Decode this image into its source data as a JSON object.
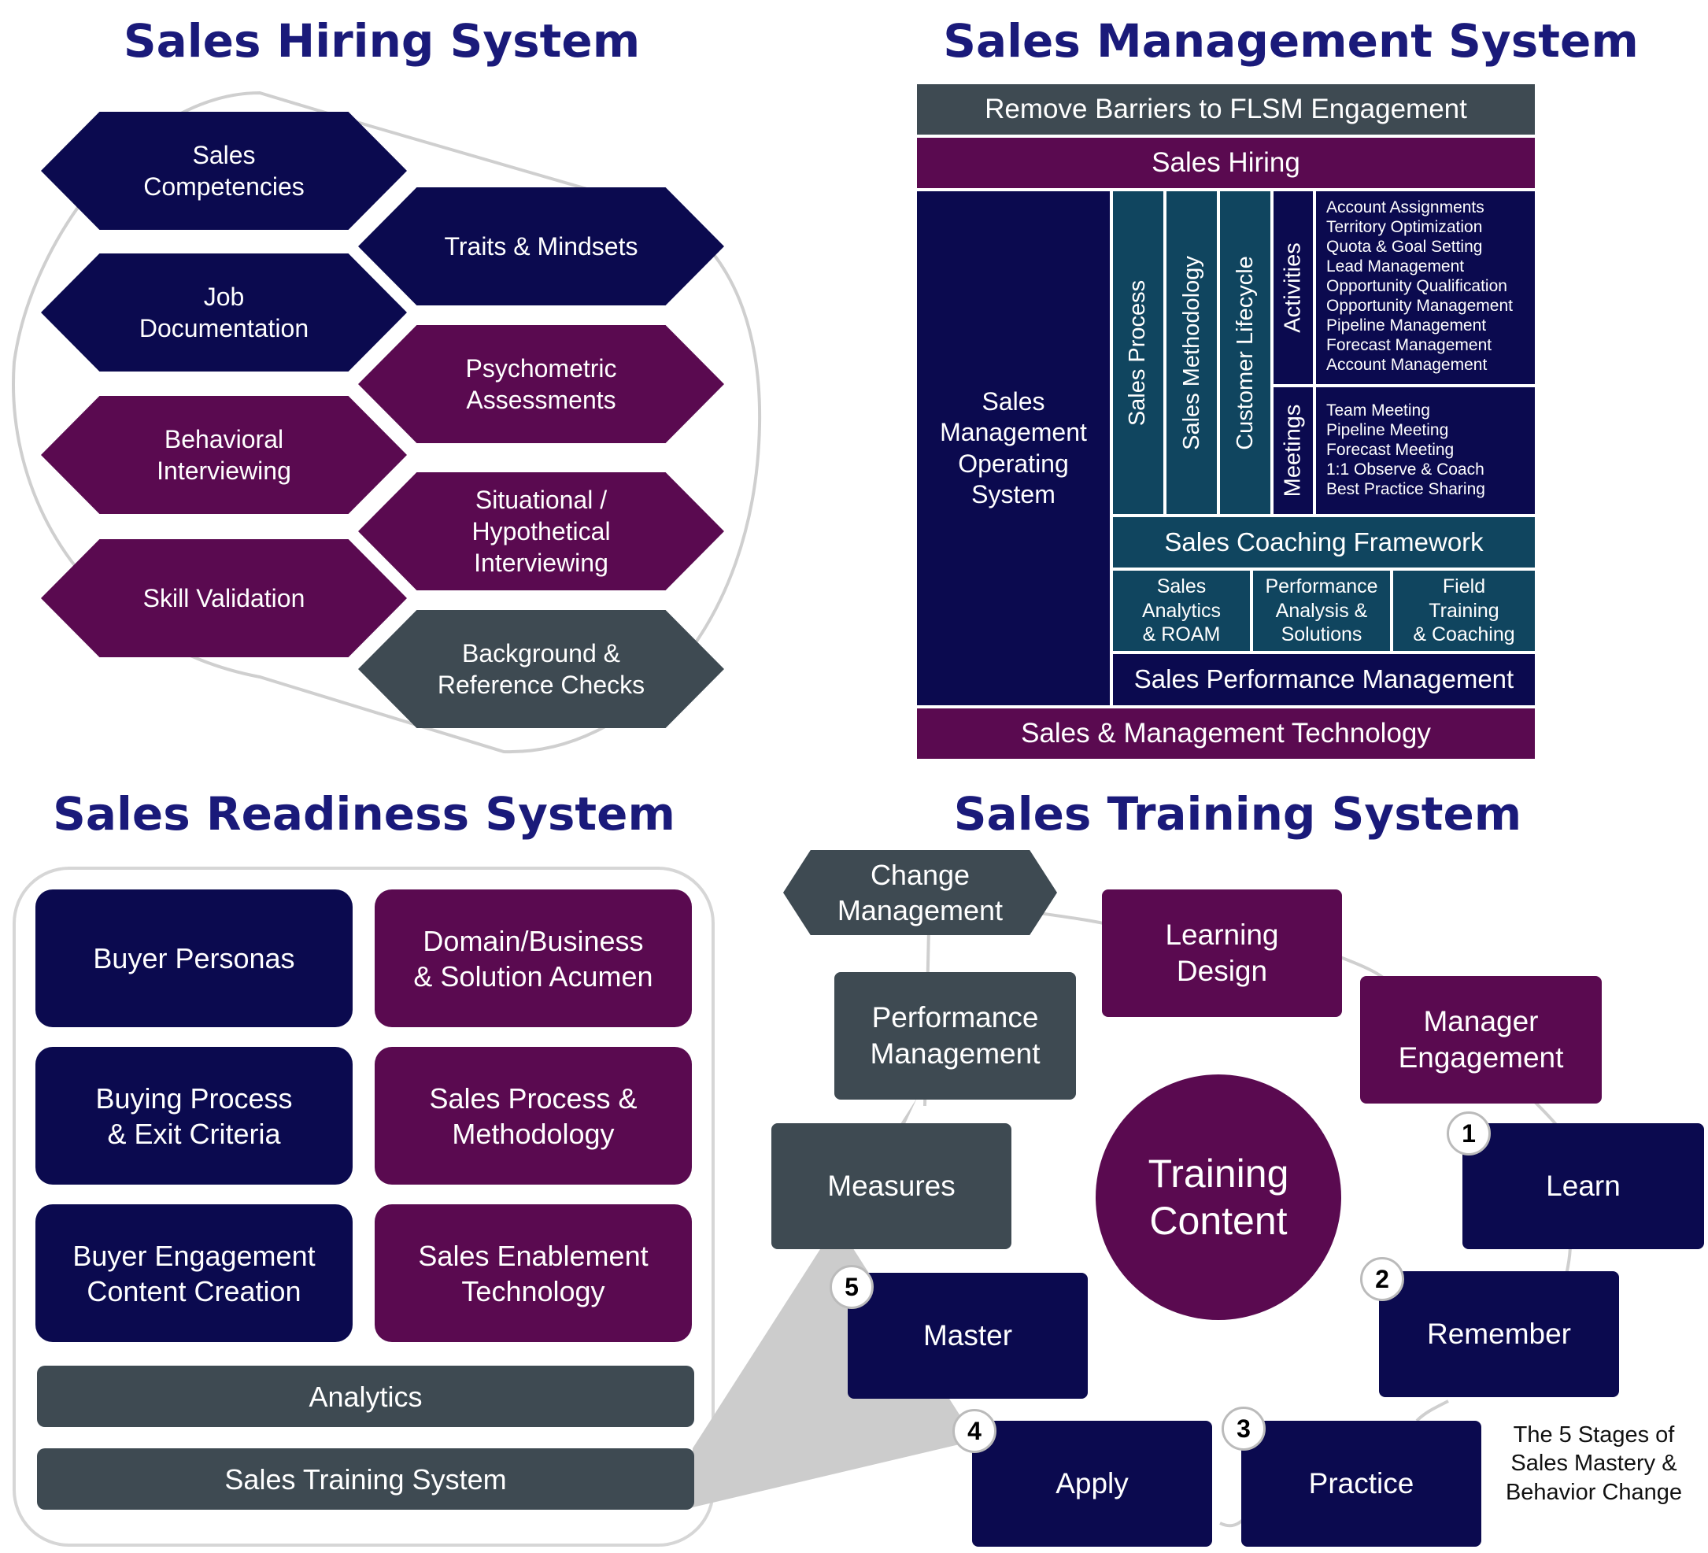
{
  "hiring": {
    "title": "Sales Hiring System",
    "items": [
      {
        "l1": "Sales",
        "l2": "Competencies"
      },
      {
        "l1": "Traits & Mindsets"
      },
      {
        "l1": "Job",
        "l2": "Documentation"
      },
      {
        "l1": "Psychometric",
        "l2": "Assessments"
      },
      {
        "l1": "Behavioral",
        "l2": "Interviewing"
      },
      {
        "l1": "Situational /",
        "l2": "Hypothetical",
        "l3": "Interviewing"
      },
      {
        "l1": "Skill Validation"
      },
      {
        "l1": "Background &",
        "l2": "Reference Checks"
      }
    ]
  },
  "management": {
    "title": "Sales Management System",
    "top_bar": "Remove Barriers to FLSM Engagement",
    "hiring_bar": "Sales Hiring",
    "operating_system": {
      "l1": "Sales",
      "l2": "Management",
      "l3": "Operating",
      "l4": "System"
    },
    "columns": [
      "Sales Process",
      "Sales Methodology",
      "Customer Lifecycle"
    ],
    "activities_label": "Activities",
    "activities": [
      "Account Assignments",
      "Territory Optimization",
      "Quota & Goal Setting",
      "Lead Management",
      "Opportunity Qualification",
      "Opportunity Management",
      "Pipeline Management",
      "Forecast Management",
      "Account Management"
    ],
    "meetings_label": "Meetings",
    "meetings": [
      "Team Meeting",
      "Pipeline Meeting",
      "Forecast Meeting",
      "1:1 Observe & Coach",
      "Best Practice Sharing"
    ],
    "coaching_framework": "Sales Coaching Framework",
    "sub_boxes": [
      {
        "l1": "Sales",
        "l2": "Analytics",
        "l3": "& ROAM"
      },
      {
        "l1": "Performance",
        "l2": "Analysis &",
        "l3": "Solutions"
      },
      {
        "l1": "Field",
        "l2": "Training",
        "l3": "& Coaching"
      }
    ],
    "performance_mgmt": "Sales Performance Management",
    "technology": "Sales & Management Technology"
  },
  "readiness": {
    "title": "Sales Readiness System",
    "boxes": [
      {
        "l1": "Buyer Personas"
      },
      {
        "l1": "Domain/Business",
        "l2": "& Solution Acumen"
      },
      {
        "l1": "Buying Process",
        "l2": "& Exit Criteria"
      },
      {
        "l1": "Sales Process &",
        "l2": "Methodology"
      },
      {
        "l1": "Buyer Engagement",
        "l2": "Content Creation"
      },
      {
        "l1": "Sales Enablement",
        "l2": "Technology"
      }
    ],
    "analytics": "Analytics",
    "training_system": "Sales Training System"
  },
  "training": {
    "title": "Sales Training System",
    "change_mgmt": {
      "l1": "Change",
      "l2": "Management"
    },
    "learning_design": {
      "l1": "Learning",
      "l2": "Design"
    },
    "manager_engagement": {
      "l1": "Manager",
      "l2": "Engagement"
    },
    "performance_mgmt": {
      "l1": "Performance",
      "l2": "Management"
    },
    "measures": "Measures",
    "center": {
      "l1": "Training",
      "l2": "Content"
    },
    "stages": [
      {
        "num": "1",
        "label": "Learn"
      },
      {
        "num": "2",
        "label": "Remember"
      },
      {
        "num": "3",
        "label": "Practice"
      },
      {
        "num": "4",
        "label": "Apply"
      },
      {
        "num": "5",
        "label": "Master"
      }
    ],
    "caption": {
      "l1": "The 5 Stages of",
      "l2": "Sales Mastery &",
      "l3": "Behavior Change"
    }
  },
  "colors": {
    "navy": "#0b0a4f",
    "purple": "#5a0a50",
    "slate": "#3e4a52",
    "teal": "#10455f",
    "title": "#1a1a7a"
  }
}
